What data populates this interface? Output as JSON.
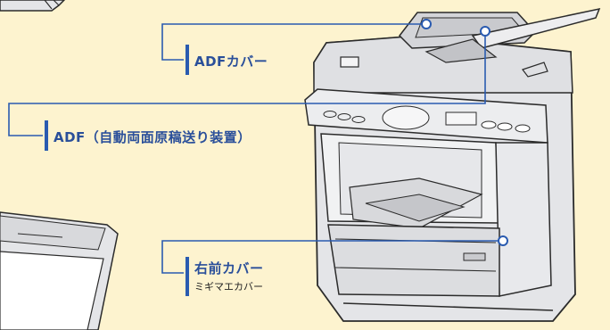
{
  "callouts": [
    {
      "id": "adf-cover",
      "label": "ADFカバー"
    },
    {
      "id": "adf",
      "label": "ADF（自動両面原稿送り装置）"
    },
    {
      "id": "right-front-cover",
      "label": "右前カバー",
      "sublabel": "ミギマエカバー"
    }
  ],
  "colors": {
    "background": "#fdf3cf",
    "leader_line": "#2a5bb0",
    "label_text": "#2a4f9a",
    "device_body": "#e4e5e8",
    "device_outline": "#2b2b2b"
  }
}
